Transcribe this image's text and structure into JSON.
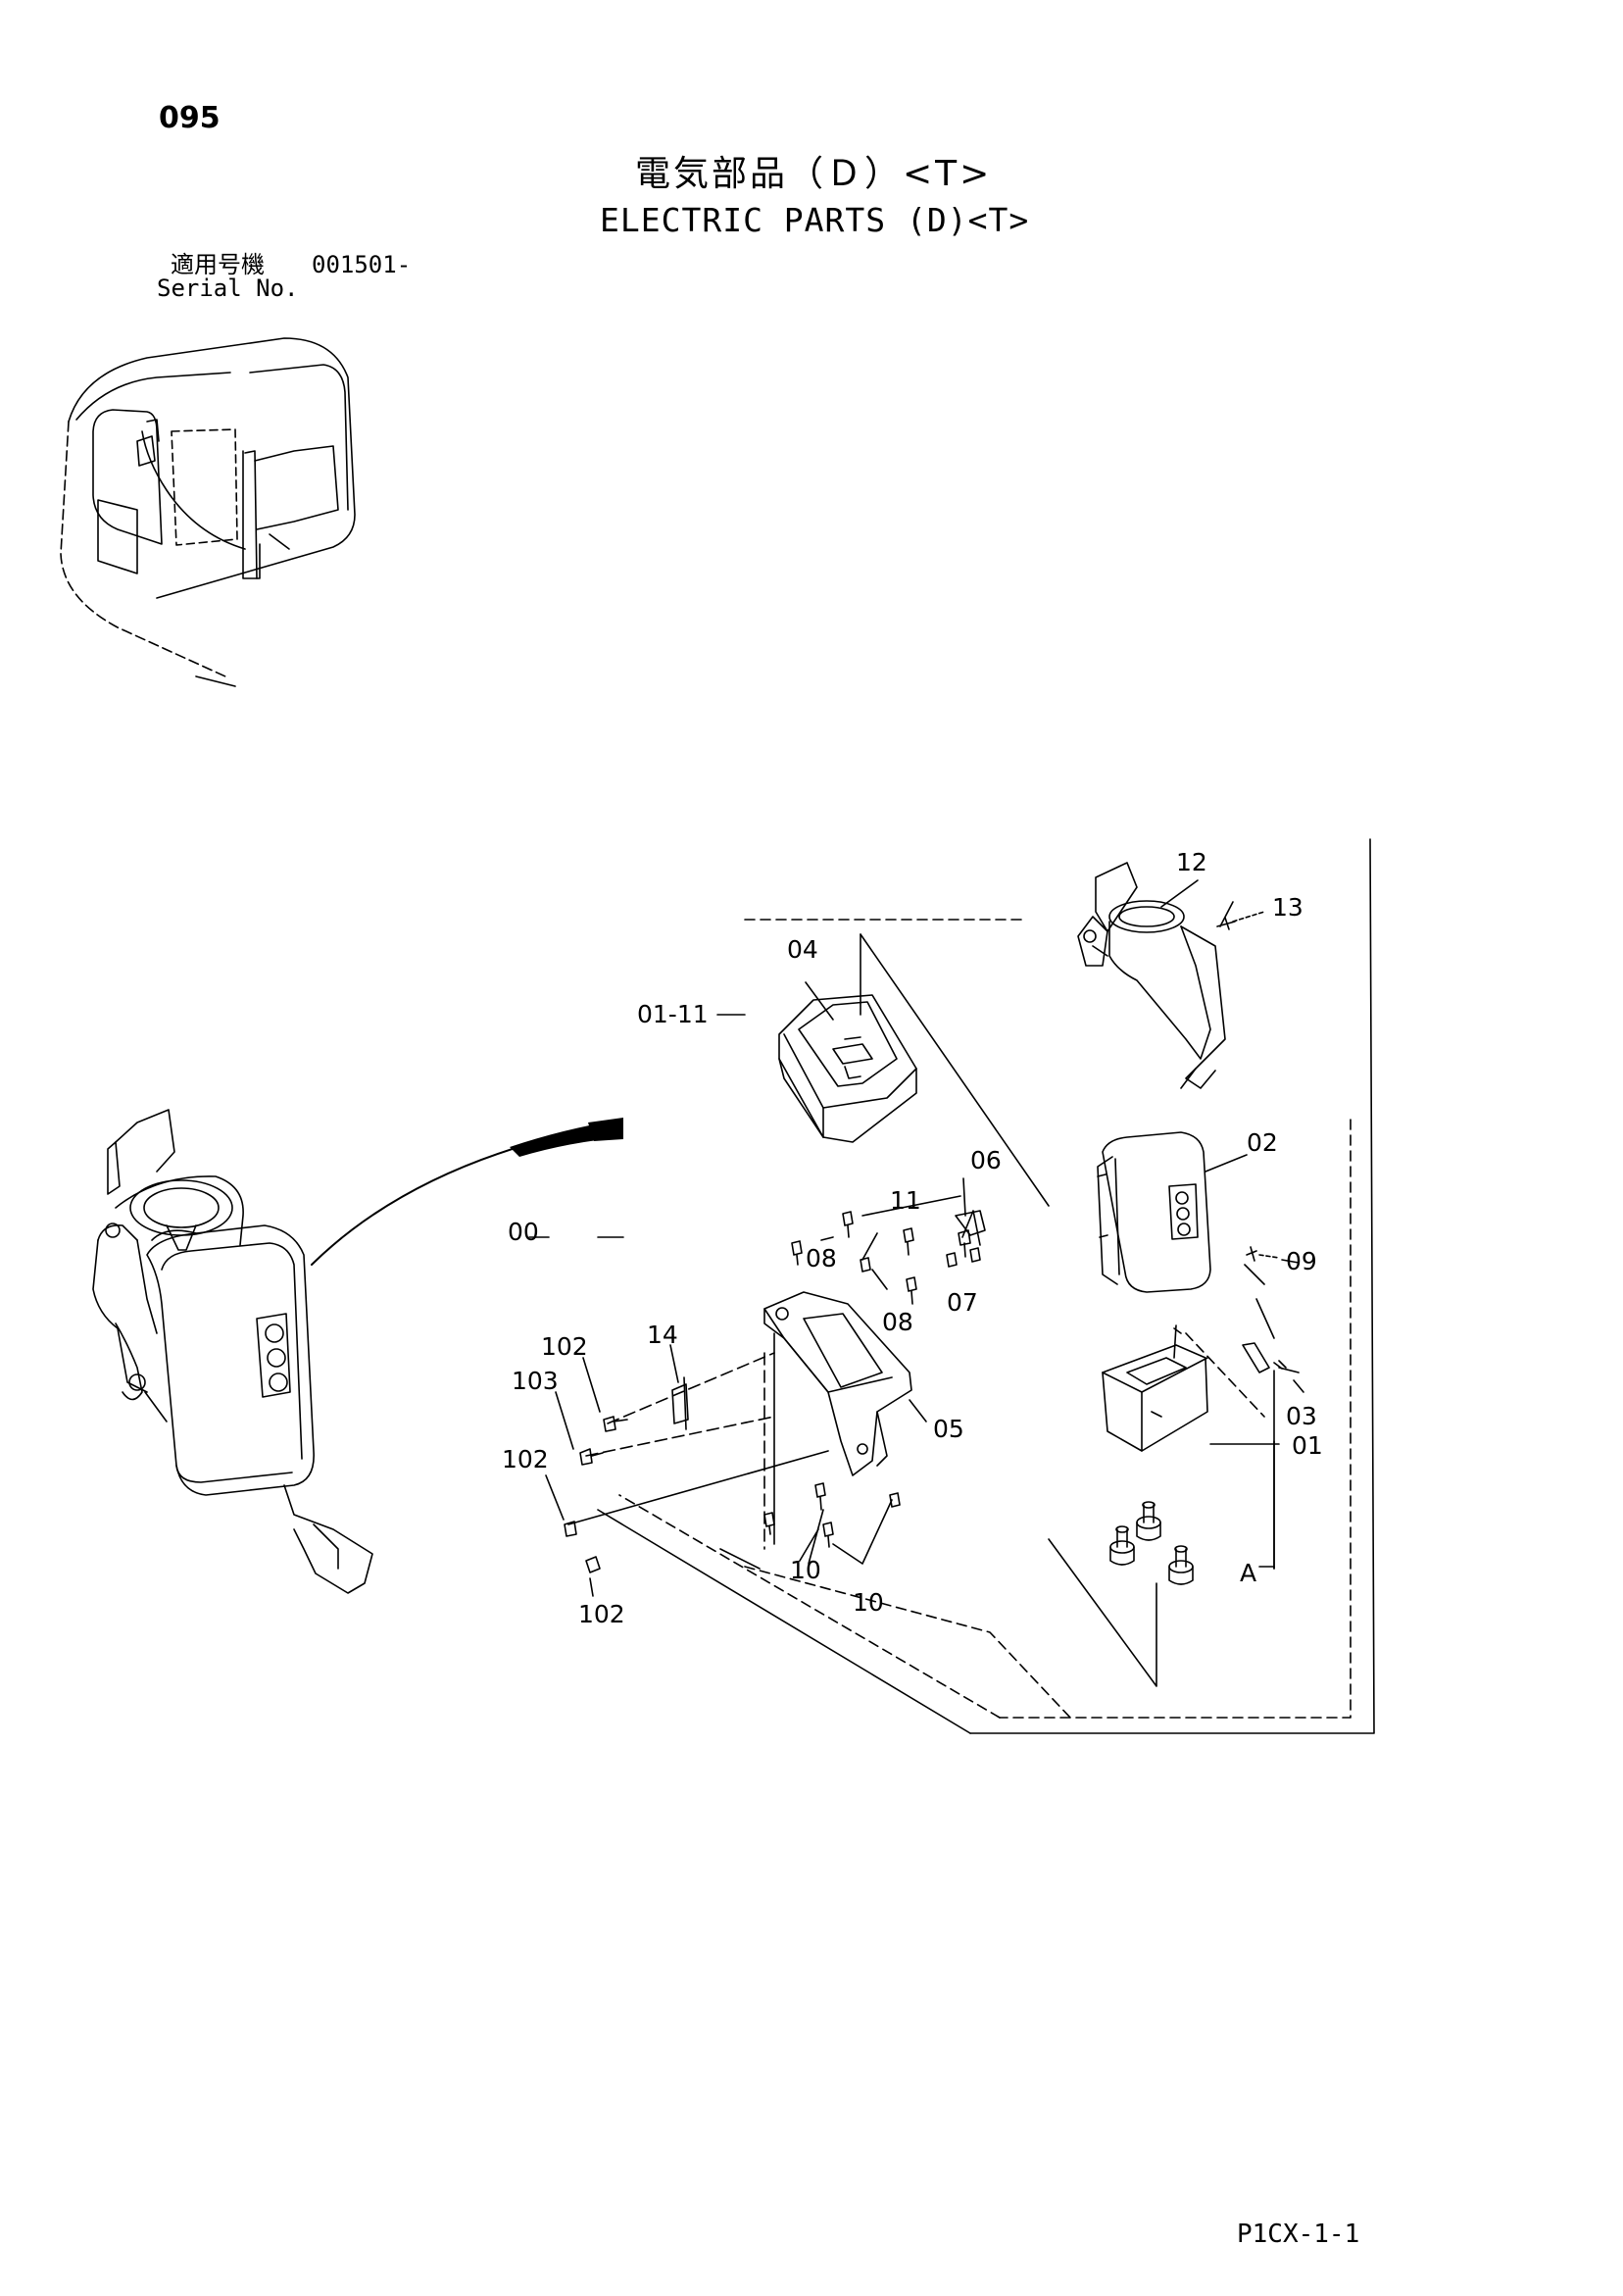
{
  "header": {
    "page_number": "095",
    "title_jp": "電気部品（Ｄ）<T>",
    "title_en": "ELECTRIC PARTS (D)<T>",
    "serial_label_jp": "適用号機",
    "serial_value": "001501-",
    "serial_label_en": "Serial No."
  },
  "callouts": {
    "c00": "00",
    "c01": "01",
    "c01_11": "01-11",
    "c02": "02",
    "c03": "03",
    "c04": "04",
    "c05": "05",
    "c06": "06",
    "c07": "07",
    "c08a": "08",
    "c08b": "08",
    "c09": "09",
    "c10a": "10",
    "c10b": "10",
    "c11": "11",
    "c12": "12",
    "c13": "13",
    "c14": "14",
    "c102a": "102",
    "c102b": "102",
    "c102c": "102",
    "c103": "103",
    "cA": "A"
  },
  "footer": {
    "code": "P1CX-1-1"
  }
}
